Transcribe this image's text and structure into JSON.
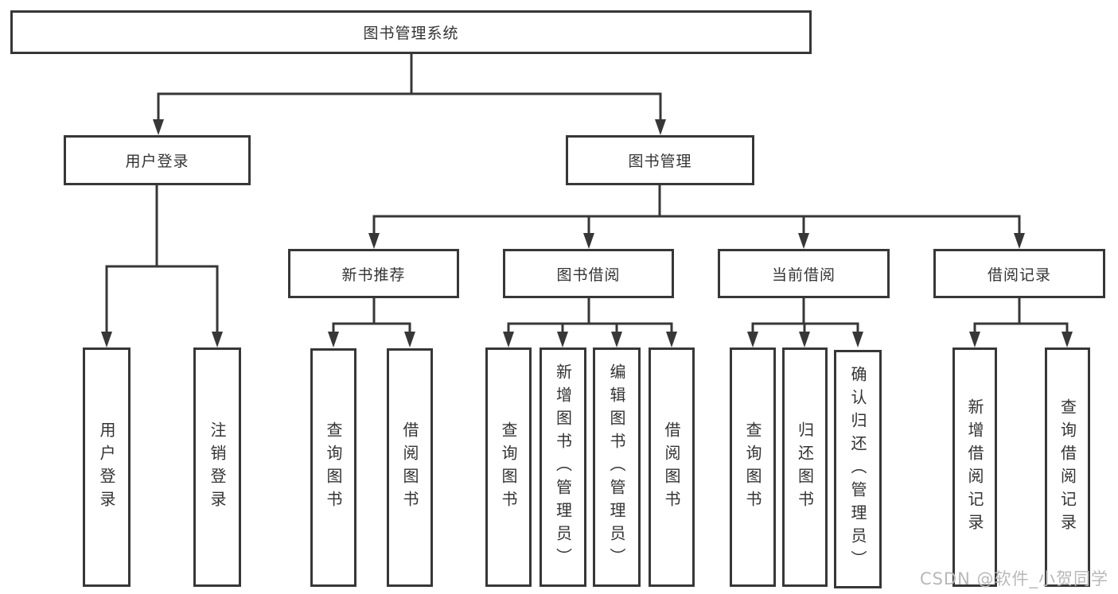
{
  "diagram": {
    "title": "图书管理系统"
  },
  "tree": {
    "root": "图书管理系统",
    "level2": [
      {
        "label": "用户登录"
      },
      {
        "label": "图书管理"
      }
    ],
    "level3": [
      {
        "label": "新书推荐"
      },
      {
        "label": "图书借阅"
      },
      {
        "label": "当前借阅"
      },
      {
        "label": "借阅记录"
      }
    ],
    "leaves": {
      "user_login": [
        "用户登录",
        "注销登录"
      ],
      "new_book_recommend": [
        "查询图书",
        "借阅图书"
      ],
      "book_borrow": [
        "查询图书",
        "新增图书（管理员）",
        "编辑图书（管理员）",
        "借阅图书"
      ],
      "current_borrow": [
        "查询图书",
        "归还图书",
        "确认归还（管理员）"
      ],
      "borrow_records": [
        "新增借阅记录",
        "查询借阅记录"
      ]
    }
  },
  "watermark": {
    "text": "CSDN @软件_小贺同学",
    "color": "#b8b8b8"
  },
  "colors": {
    "line": "#373737",
    "text": "#333333",
    "background": "#ffffff"
  }
}
